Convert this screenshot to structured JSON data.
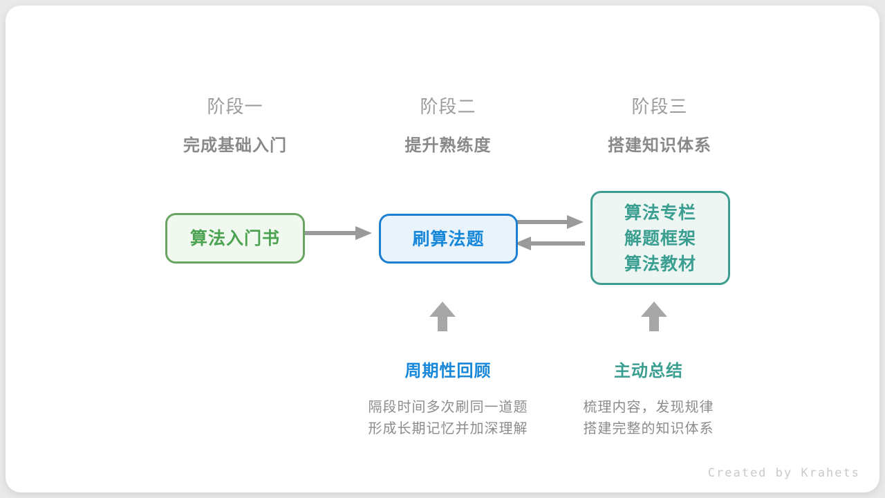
{
  "stages": [
    {
      "title": "阶段一",
      "subtitle": "完成基础入门"
    },
    {
      "title": "阶段二",
      "subtitle": "提升熟练度"
    },
    {
      "title": "阶段三",
      "subtitle": "搭建知识体系"
    }
  ],
  "nodes": [
    {
      "id": "intro-book",
      "lines": [
        "算法入门书"
      ]
    },
    {
      "id": "practice-problems",
      "lines": [
        "刷算法题"
      ]
    },
    {
      "id": "knowledge-resources",
      "lines": [
        "算法专栏",
        "解题框架",
        "算法教材"
      ]
    }
  ],
  "edges": [
    {
      "from": "intro-book",
      "to": "practice-problems",
      "direction": "right"
    },
    {
      "from": "practice-problems",
      "to": "knowledge-resources",
      "direction": "right"
    },
    {
      "from": "knowledge-resources",
      "to": "practice-problems",
      "direction": "left"
    }
  ],
  "annotations": [
    {
      "id": "periodic-review",
      "title": "周期性回顾",
      "lines": [
        "隔段时间多次刷同一道题",
        "形成长期记忆并加深理解"
      ],
      "points_to": "practice-problems"
    },
    {
      "id": "active-summary",
      "title": "主动总结",
      "lines": [
        "梳理内容，发现规律",
        "搭建完整的知识体系"
      ],
      "points_to": "knowledge-resources"
    }
  ],
  "footer": {
    "credit": "Created by Krahets"
  },
  "colors": {
    "card_bg": "#ffffff",
    "page_bg": "#e9e9e9",
    "stage_title": "#9b9b9b",
    "stage_subtitle": "#898989",
    "green_border": "#68a562",
    "green_bg": "#f1f8ef",
    "green_text": "#4ba351",
    "blue_border": "#1e7fd1",
    "blue_bg": "#e9f3fc",
    "blue_text": "#1787d9",
    "teal_border": "#3d9d8e",
    "teal_bg": "#edf6f3",
    "teal_text": "#3a9f90",
    "arrow_gray": "#9a9a9a",
    "up_arrow_gray": "#a7a7a7",
    "desc_text": "#8c8c8c",
    "credit_text": "#c9c9c9"
  }
}
